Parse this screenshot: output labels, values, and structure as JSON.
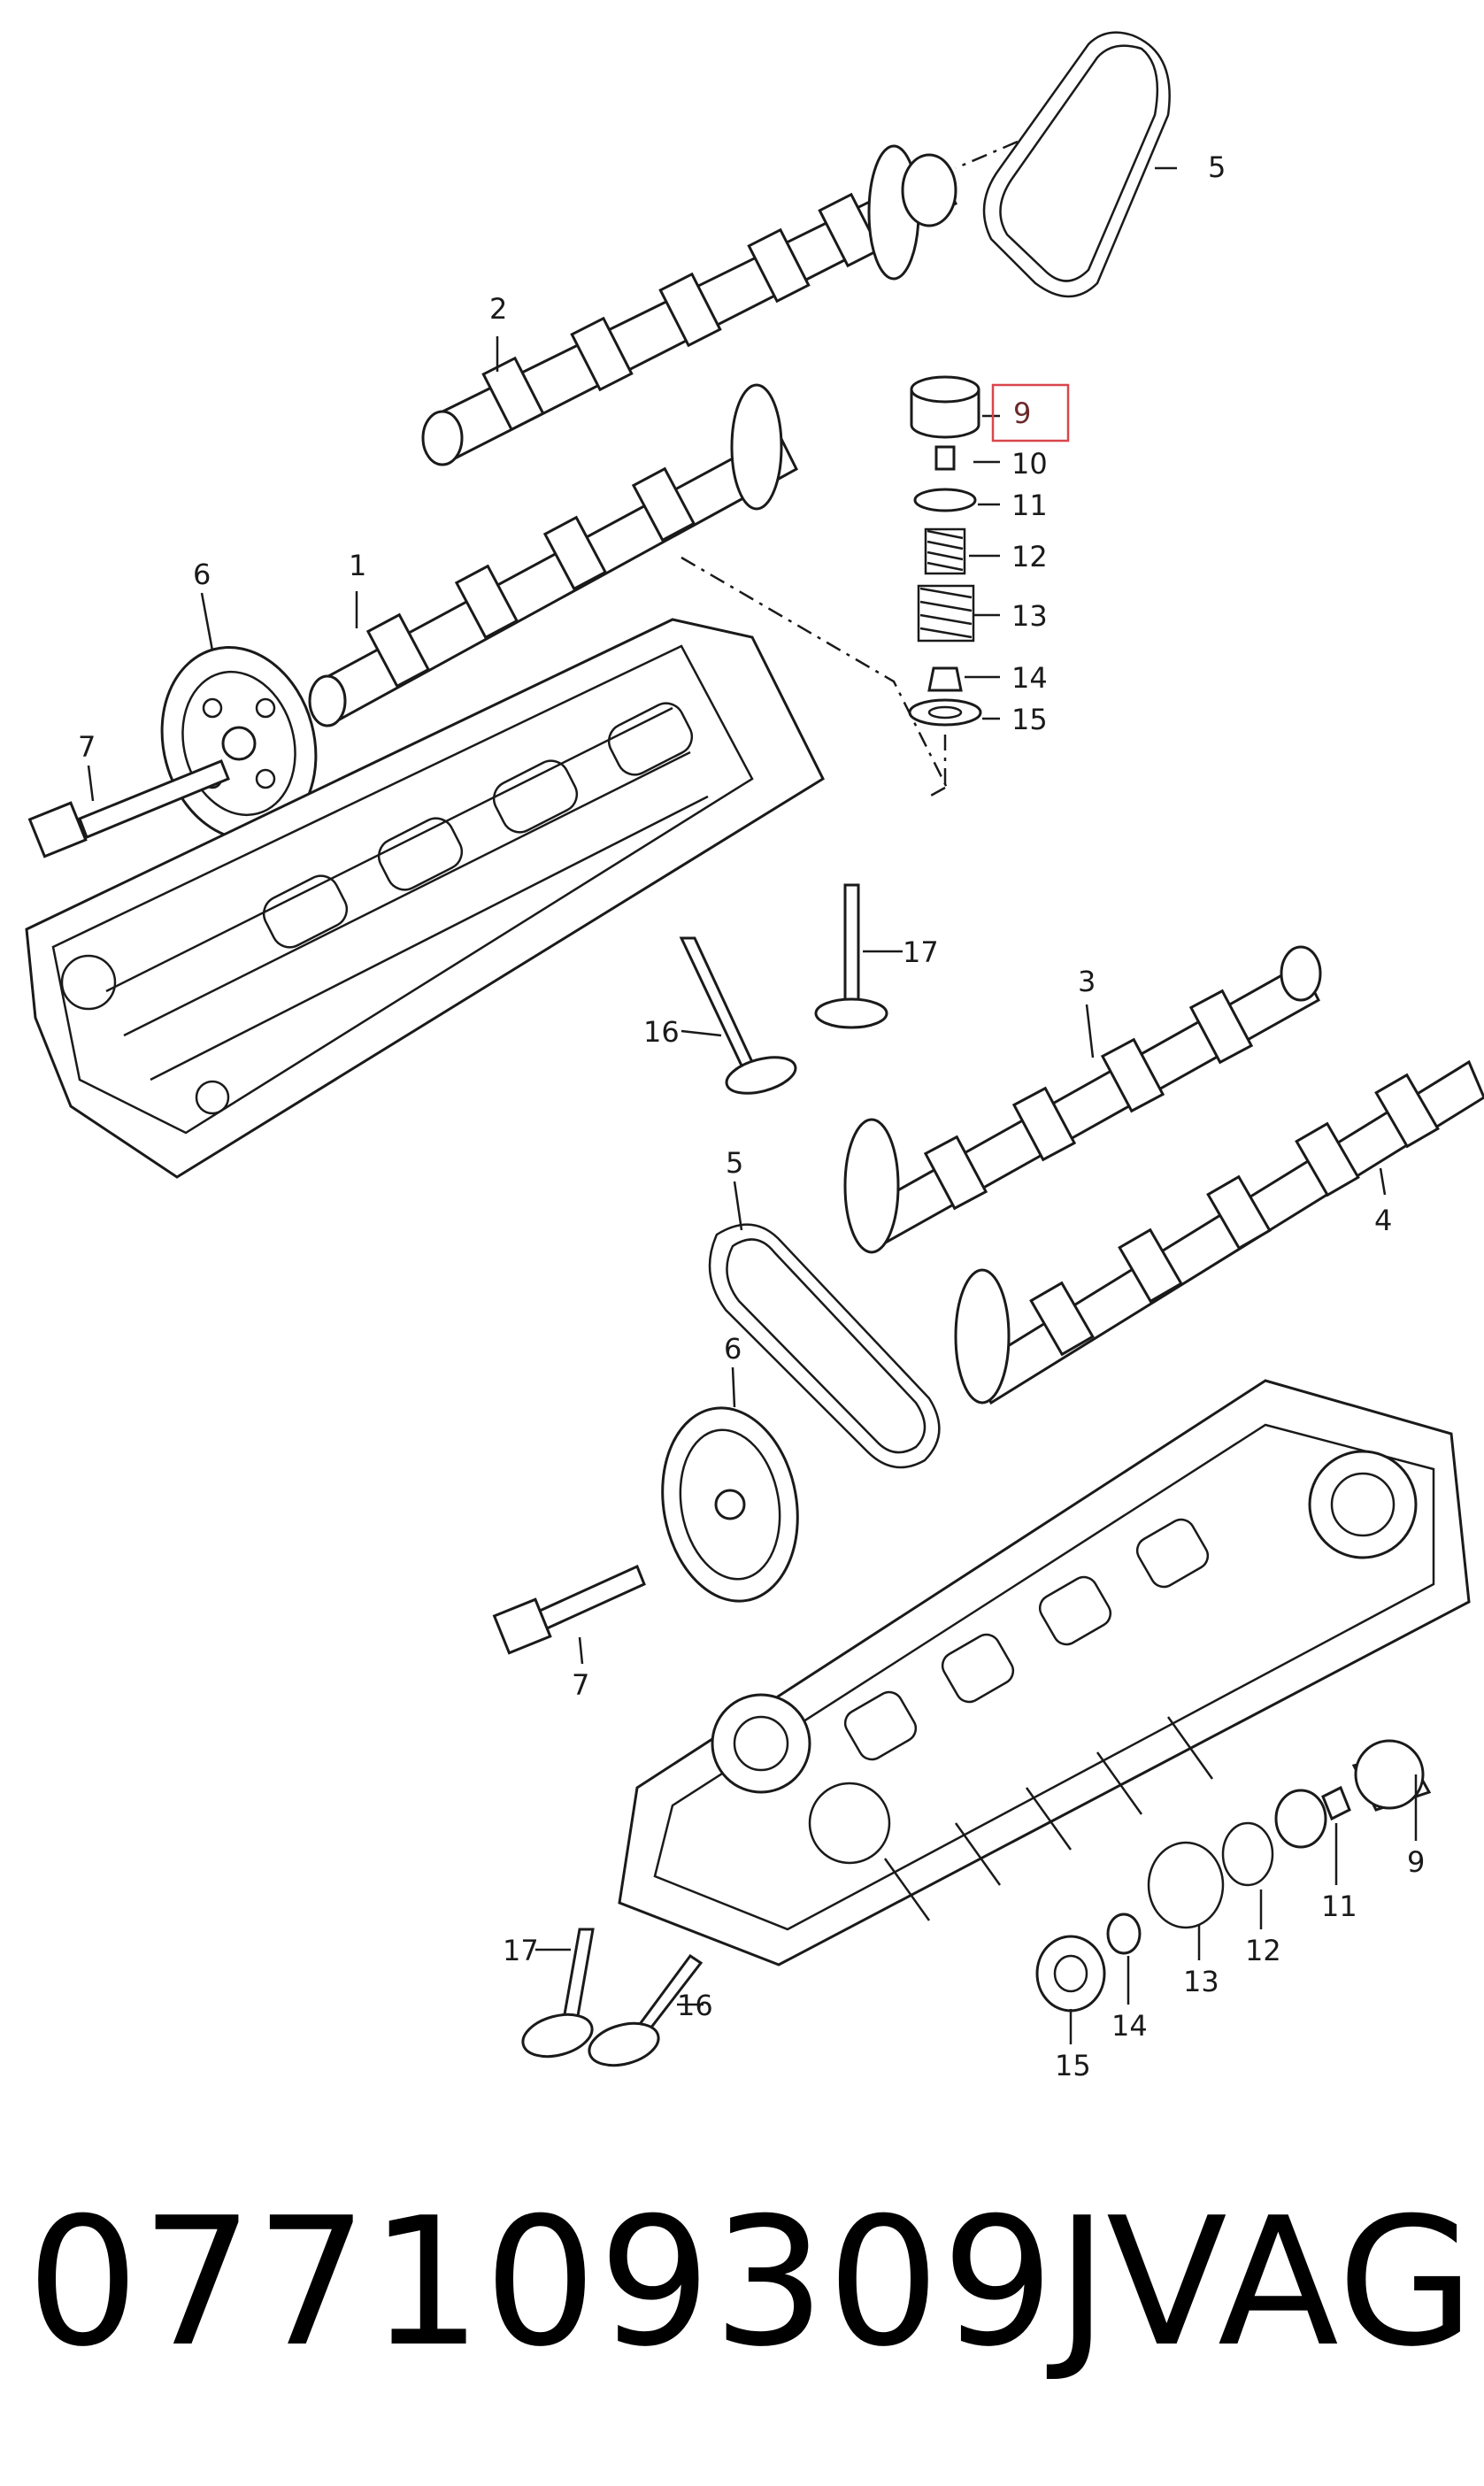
{
  "callouts": {
    "c1": "1",
    "c2": "2",
    "c3": "3",
    "c4": "4",
    "c5": "5",
    "c6": "6",
    "c7": "7",
    "c9": "9",
    "c10": "10",
    "c11": "11",
    "c12": "12",
    "c13": "13",
    "c14": "14",
    "c15": "15",
    "c16": "16",
    "c17": "17"
  },
  "highlighted_callout": "9",
  "colors": {
    "line": "#1a1a1a",
    "highlight_box": "#d9464d",
    "background": "#ffffff"
  },
  "footer": {
    "part_number": "077109309J",
    "brand": "VAG"
  }
}
